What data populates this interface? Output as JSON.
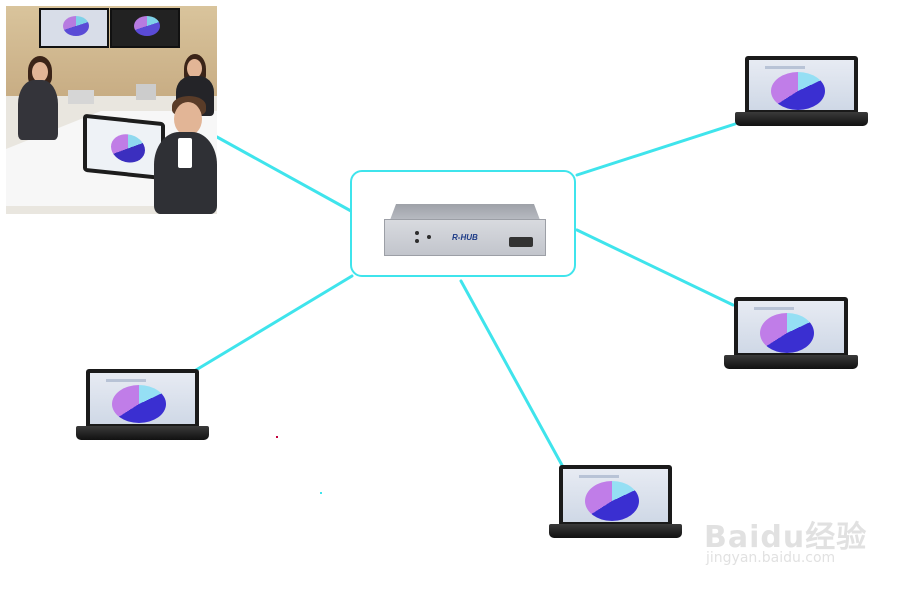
{
  "diagram": {
    "hub": {
      "device_label": "R-HUB"
    },
    "link_color": "#3fe4ec",
    "nodes": [
      {
        "id": "meeting-room",
        "kind": "photo"
      },
      {
        "id": "laptop-top-right",
        "kind": "laptop"
      },
      {
        "id": "laptop-right",
        "kind": "laptop"
      },
      {
        "id": "laptop-bottom",
        "kind": "laptop"
      },
      {
        "id": "laptop-left",
        "kind": "laptop"
      }
    ]
  },
  "watermark": {
    "brand": "Baidu经验",
    "site": "jingyan.baidu.com"
  }
}
